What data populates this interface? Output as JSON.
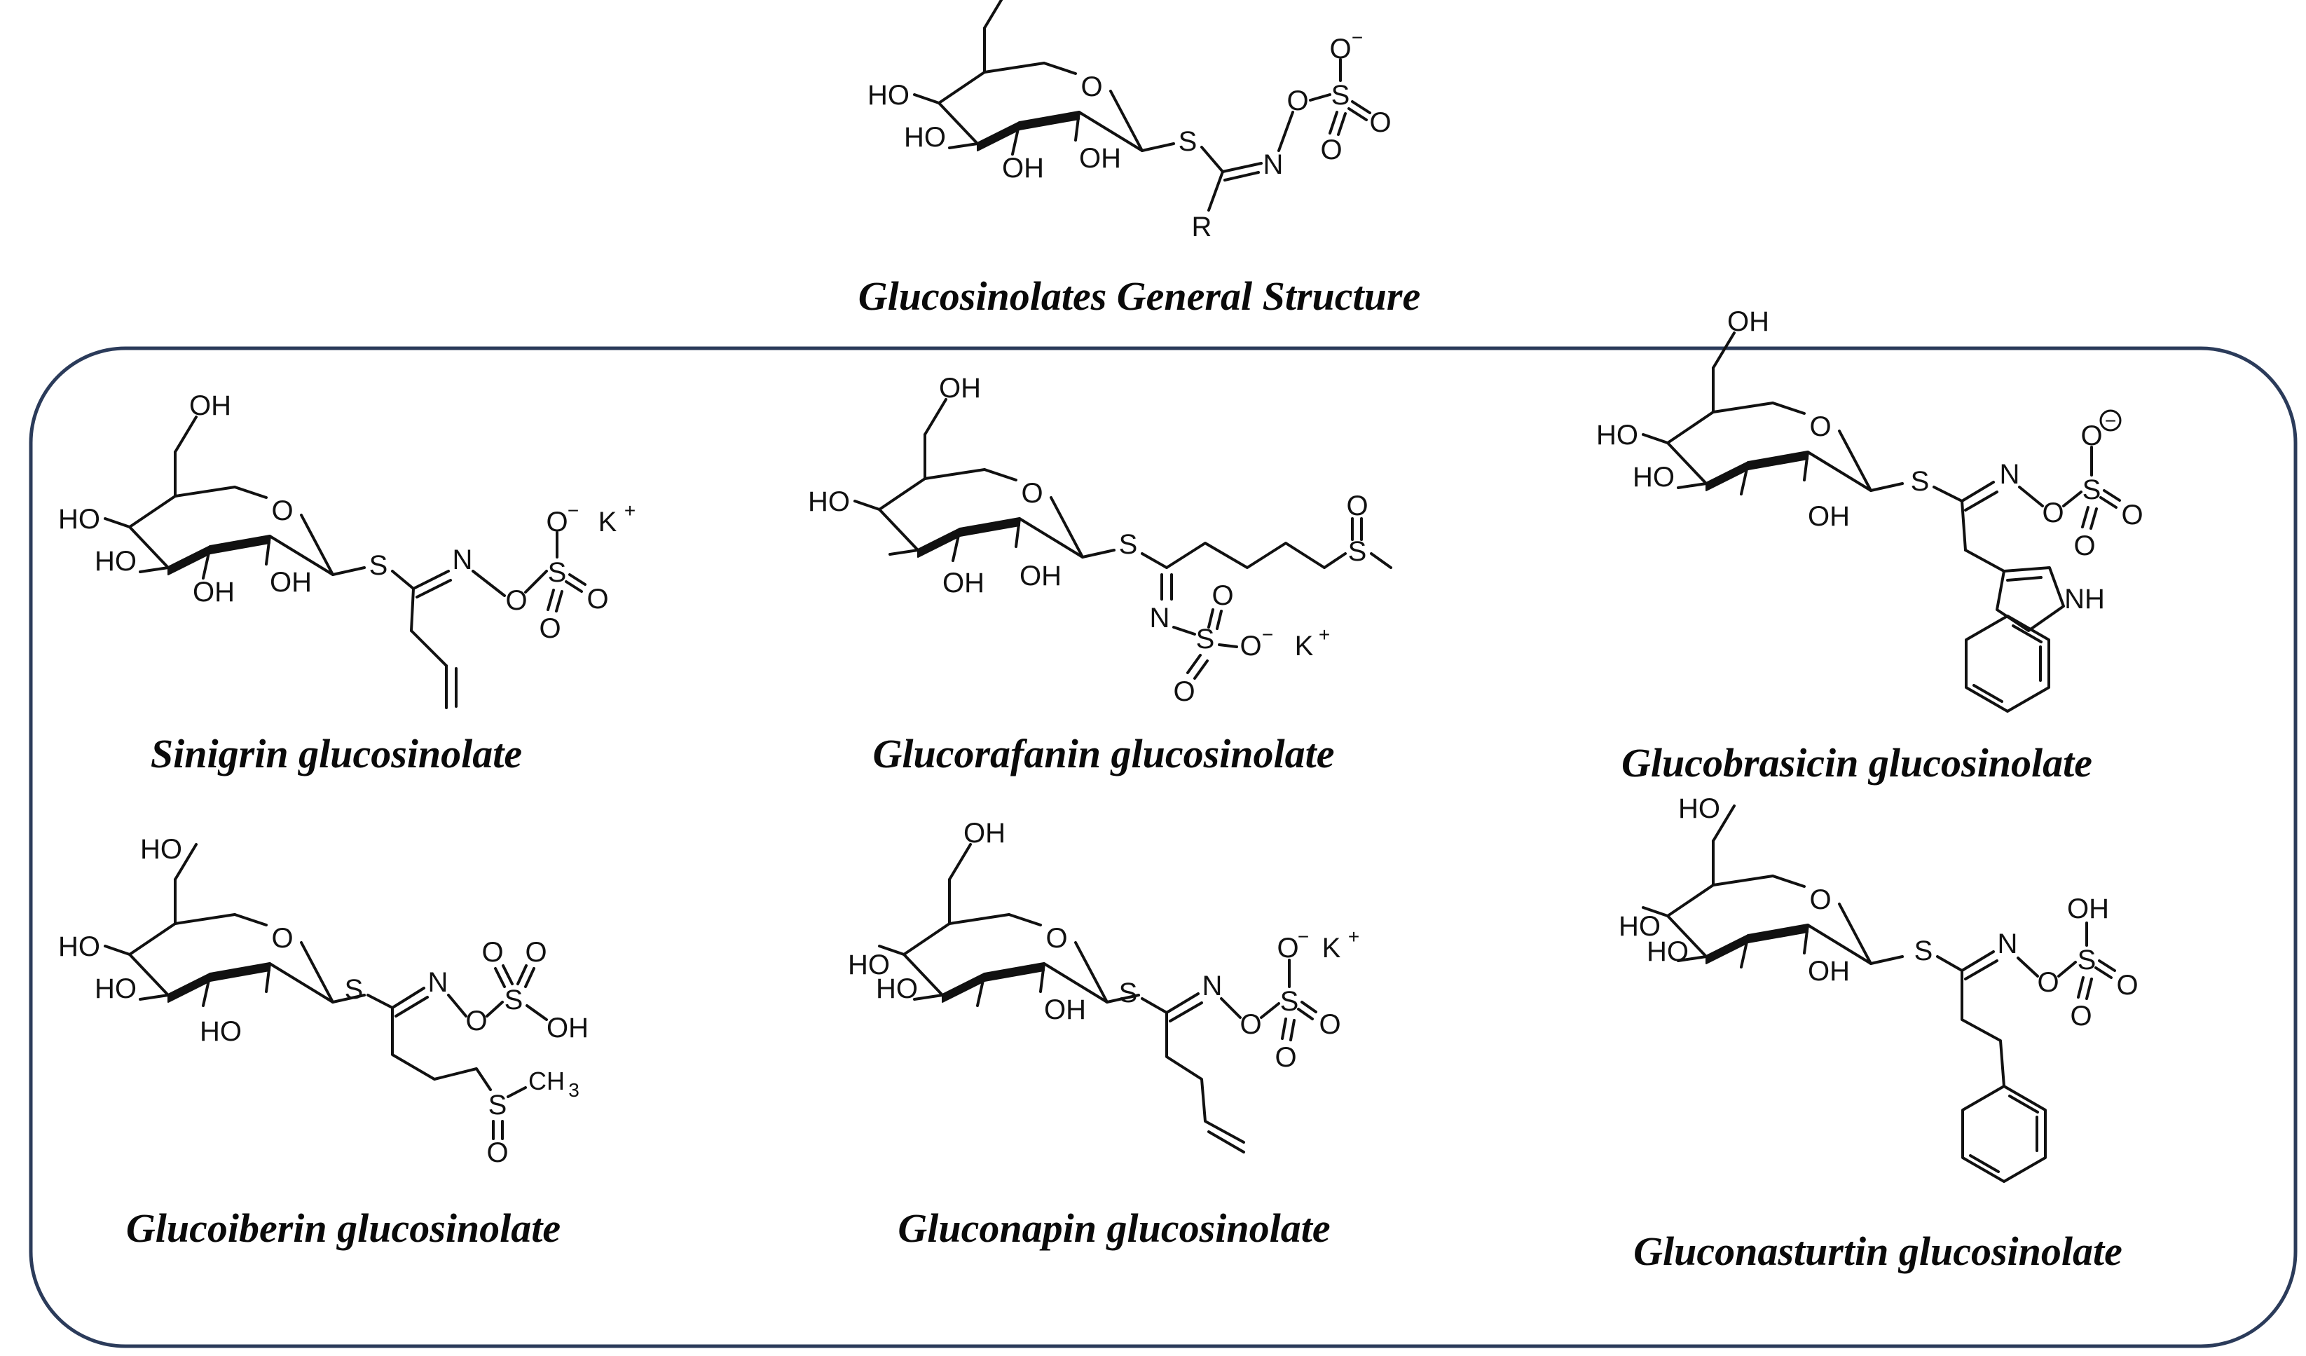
{
  "figure": {
    "general_caption": "Glucosinolates General Structure",
    "border_color": "#2b3b5a",
    "ink_color": "#111111"
  },
  "atoms": {
    "oh": "OH",
    "ho": "HO",
    "o": "O",
    "s": "S",
    "n": "N",
    "r": "R",
    "k": "K",
    "nh": "NH",
    "ch3": "CH",
    "ch3_sub": "3",
    "minus": "−",
    "plus": "+"
  },
  "compounds": [
    {
      "id": "sinigrin",
      "caption": "Sinigrin glucosinolate",
      "side_chain": "allyl",
      "counter_ion": "K+"
    },
    {
      "id": "glucorafanin",
      "caption": "Glucorafanin glucosinolate",
      "side_chain": "4-(methylsulfinyl)butyl",
      "counter_ion": "K+"
    },
    {
      "id": "glucobrasicin",
      "caption": "Glucobrasicin glucosinolate",
      "side_chain": "indol-3-ylmethyl",
      "counter_ion": ""
    },
    {
      "id": "glucoiberin",
      "caption": "Glucoiberin glucosinolate",
      "side_chain": "3-(methylsulfinyl)propyl",
      "counter_ion": ""
    },
    {
      "id": "gluconapin",
      "caption": "Gluconapin glucosinolate",
      "side_chain": "3-butenyl",
      "counter_ion": "K+"
    },
    {
      "id": "gluconasturtin",
      "caption": "Gluconasturtin glucosinolate",
      "side_chain": "2-phenylethyl",
      "counter_ion": ""
    }
  ]
}
